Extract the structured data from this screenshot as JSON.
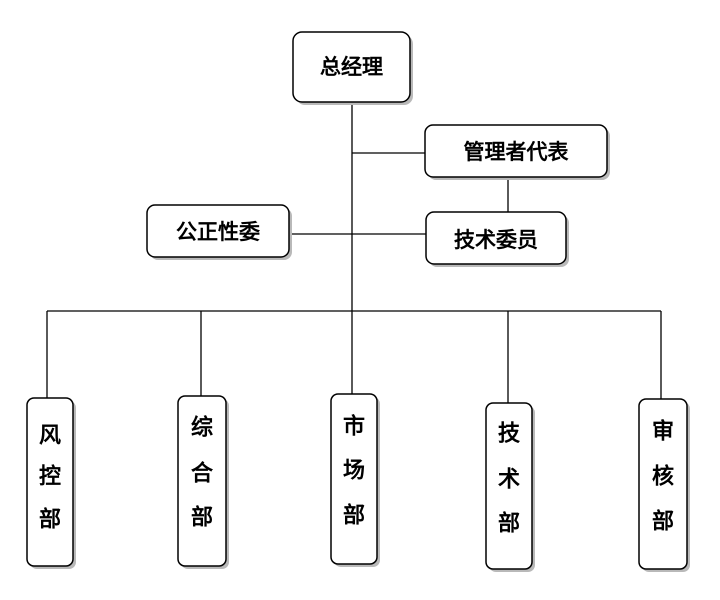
{
  "org_chart": {
    "top": {
      "label": "总经理"
    },
    "management_rep": {
      "label": "管理者代表"
    },
    "impartiality_committee": {
      "label": "公正性委"
    },
    "technical_committee": {
      "label": "技术委员"
    },
    "departments": [
      {
        "chars": [
          "风",
          "控",
          "部"
        ]
      },
      {
        "chars": [
          "综",
          "合",
          "部"
        ]
      },
      {
        "chars": [
          "市",
          "场",
          "部"
        ]
      },
      {
        "chars": [
          "技",
          "术",
          "部"
        ]
      },
      {
        "chars": [
          "审",
          "核",
          "部"
        ]
      }
    ]
  },
  "colors": {
    "stroke": "#000000",
    "box_fill": "#ffffff",
    "shadow": "#b9b9b9"
  }
}
